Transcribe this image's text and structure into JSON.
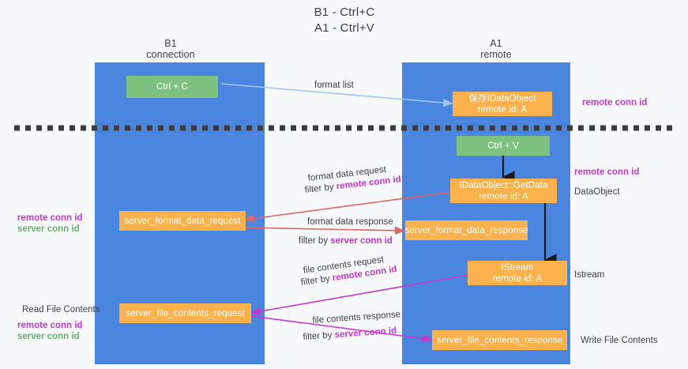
{
  "title": {
    "line1": "B1 - Ctrl+C",
    "line2": "A1 - Ctrl+V"
  },
  "columns": [
    {
      "name": "B1",
      "subtitle": "connection"
    },
    {
      "name": "A1",
      "subtitle": "remote"
    }
  ],
  "colors": {
    "band": "#4a86e0",
    "green_node": "#7dc37f",
    "orange_node": "#fbb14c",
    "magenta": "#c936c9",
    "green_text": "#5fb36a",
    "arrow_blue": "#9fc5f0",
    "arrow_red": "#e06666",
    "arrow_magenta": "#c936c9",
    "arrow_black": "#1a1a1a",
    "background": "#f8f9fa"
  },
  "nodes": {
    "ctrl_c": {
      "line1": "Ctrl + C"
    },
    "save_dataobject": {
      "line1": "保存IDataObject",
      "line2": "remote id: A"
    },
    "ctrl_v": {
      "line1": "Ctrl + V"
    },
    "getdata": {
      "line1": "IDataObject::GetData",
      "line2": "remote id: A"
    },
    "server_format_data_request": {
      "line1": "server_format_data_request"
    },
    "server_format_data_response": {
      "line1": "server_format_data_response"
    },
    "istream": {
      "line1": "IStream",
      "line2": "remote id: A"
    },
    "server_file_contents_request": {
      "line1": "server_file_contents_request"
    },
    "server_file_contents_response": {
      "line1": "server_file_contents_response"
    }
  },
  "edge_labels": {
    "format_list": "format list",
    "format_data_request": "format data request",
    "format_data_request_filter_prefix": "filter by ",
    "format_data_request_filter_hl": "remote conn id",
    "format_data_response": "format data response",
    "format_data_response_filter_prefix": "filter by ",
    "format_data_response_filter_hl": "server conn id",
    "file_contents_request": "file contents request",
    "file_contents_request_filter_prefix": "filter by ",
    "file_contents_request_filter_hl": "remote conn id",
    "file_contents_response": "file contents response",
    "file_contents_response_filter_prefix": "filter by ",
    "file_contents_response_filter_hl": "server conn id"
  },
  "right_labels": {
    "remote_conn_id_top": "remote conn id",
    "remote_conn_id_mid": "remote conn id",
    "dataobject": "DataObject",
    "istream": "Istream",
    "write_file_contents": "Write File Contents"
  },
  "left_labels": {
    "remote_conn_id_mid": "remote conn id",
    "server_conn_id_mid": "server conn id",
    "read_file_contents": "Read File Contents",
    "remote_conn_id_bottom": "remote conn id",
    "server_conn_id_bottom": "server conn id"
  }
}
